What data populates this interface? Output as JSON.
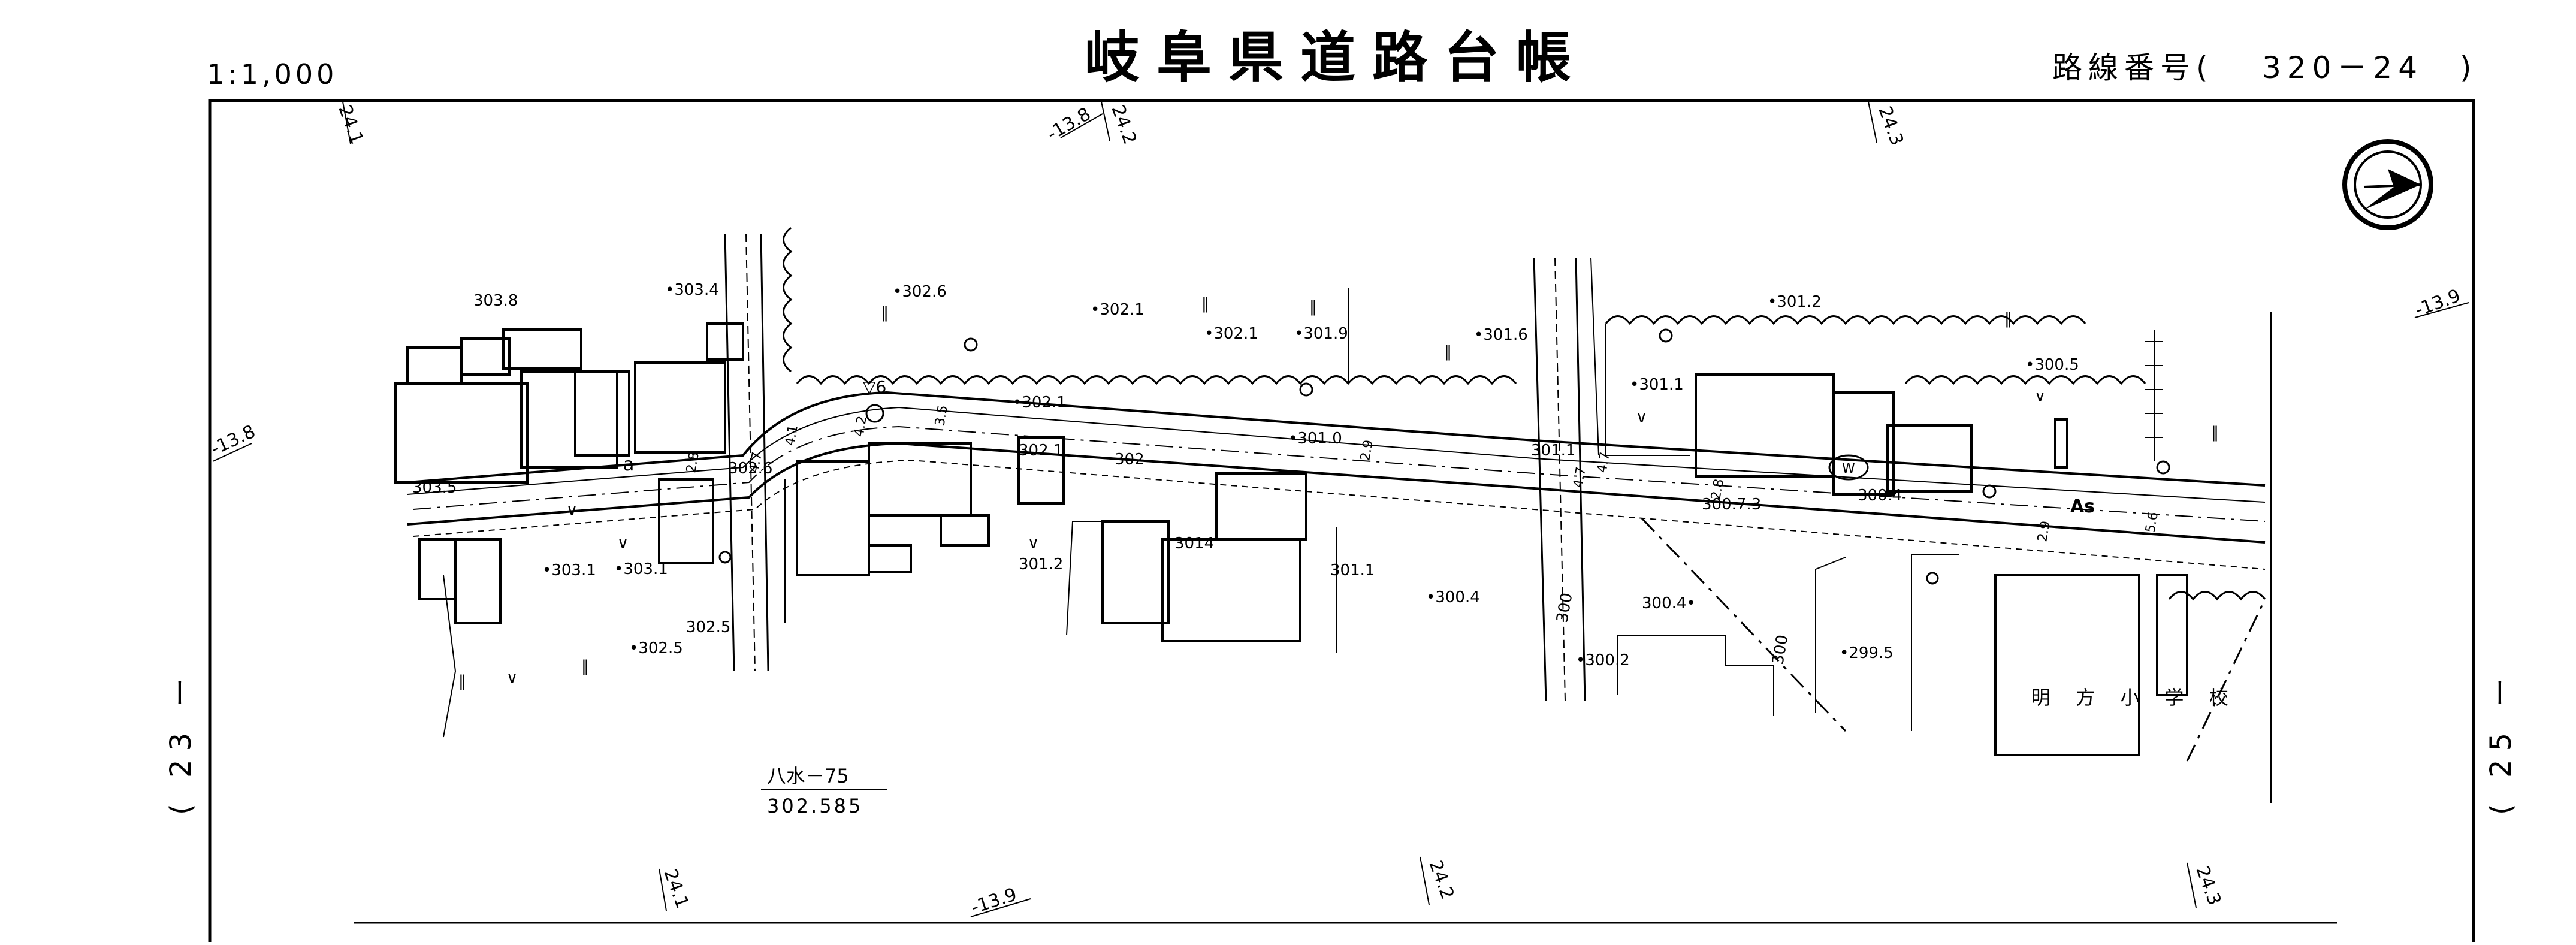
{
  "header": {
    "scale": "1:1,000",
    "title": "岐阜県道路台帳",
    "route_label": "路線番号(",
    "route_number": "320－24",
    "route_close": ")"
  },
  "side_labels": {
    "left": "( 23 ー",
    "right": "( 25 ー"
  },
  "grid_ticks": {
    "top_left": "24.1",
    "top_mid_a": "-13.8",
    "top_mid_b": "24.2",
    "top_right": "24.3",
    "left_edge": "-13.8",
    "right_edge": "-13.9",
    "bottom_a": "24.1",
    "bottom_b": "-13.9",
    "bottom_c": "24.2",
    "bottom_d": "24.3"
  },
  "benchmark": {
    "name": "八水－75",
    "elevation": "302.585"
  },
  "elevations": {
    "e_3038": "303.8",
    "e_3034": "•303.4",
    "e_3026": "•302.6",
    "e_3021a": "•302.1",
    "e_3021b": "•302.1",
    "e_3019": "•301.9",
    "e_3016": "•301.6",
    "e_3012": "•301.2",
    "e_3005a": "•300.5",
    "e_3011a": "•301.1",
    "e_3021c": "•302.1",
    "e_3035": "303.5",
    "e_3026b": "302.6",
    "e_3021d": "302.1",
    "e_302": "302",
    "e_3010": "•301.0",
    "e_3011b": "301.1",
    "e_30073": "300.7.3",
    "e_3004a": "300.4",
    "e_3031a": "•303.1",
    "e_3031b": "•303.1",
    "e_3014": "3014",
    "e_3012b": "301.2",
    "e_3011c": "301.1",
    "e_3004b": "•300.4",
    "e_3004c": "300.4•",
    "e_3025a": "302.5",
    "e_3025b": "•302.5",
    "e_3002": "•300.2",
    "e_2995": "•299.5",
    "e_300a": "300",
    "e_300b": "300"
  },
  "widths": {
    "w1": "4.1",
    "w2": "4.2",
    "w3": "3.5",
    "w4": "2.9",
    "w5": "2.8",
    "w6": "4.7",
    "w7": "4.7",
    "w8": "2.9",
    "w9": "5.6",
    "w10": "2.8",
    "w11": "4.7"
  },
  "map_labels": {
    "benchmark_symbol": "▽6",
    "ditch": "a",
    "pavement": "As",
    "well": "W",
    "school": "明 方 小 学 校"
  }
}
